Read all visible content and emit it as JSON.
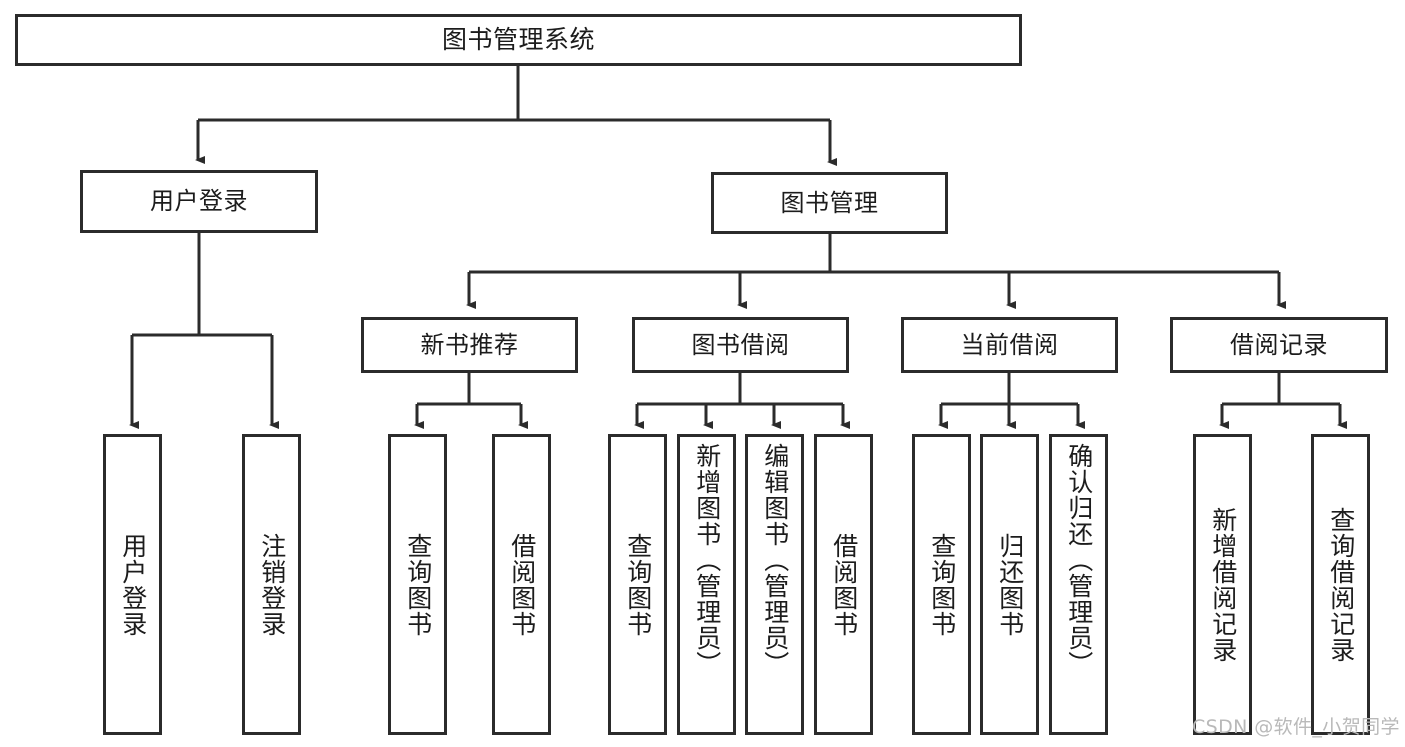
{
  "diagram": {
    "title": "图书管理系统",
    "type": "tree-hierarchy-chart",
    "background_color": "#ffffff",
    "border_color": "#2b2b2b",
    "text_color": "#1c1c1c",
    "root": {
      "label": "图书管理系统"
    },
    "level1": [
      {
        "label": "用户登录"
      },
      {
        "label": "图书管理"
      }
    ],
    "level2": [
      {
        "label": "新书推荐"
      },
      {
        "label": "图书借阅"
      },
      {
        "label": "当前借阅"
      },
      {
        "label": "借阅记录"
      }
    ],
    "leaves": {
      "user_login": [
        {
          "label": "用户登录"
        },
        {
          "label": "注销登录"
        }
      ],
      "new_book_recommend": [
        {
          "label": "查询图书"
        },
        {
          "label": "借阅图书"
        }
      ],
      "book_borrow": [
        {
          "label": "查询图书"
        },
        {
          "label": "新增图书（管理员）"
        },
        {
          "label": "编辑图书（管理员）"
        },
        {
          "label": "借阅图书"
        }
      ],
      "current_borrow": [
        {
          "label": "查询图书"
        },
        {
          "label": "归还图书"
        },
        {
          "label": "确认归还（管理员）"
        }
      ],
      "borrow_record": [
        {
          "label": "新增借阅记录"
        },
        {
          "label": "查询借阅记录"
        }
      ]
    }
  },
  "watermark": {
    "text": "CSDN @软件_小贺同学"
  }
}
